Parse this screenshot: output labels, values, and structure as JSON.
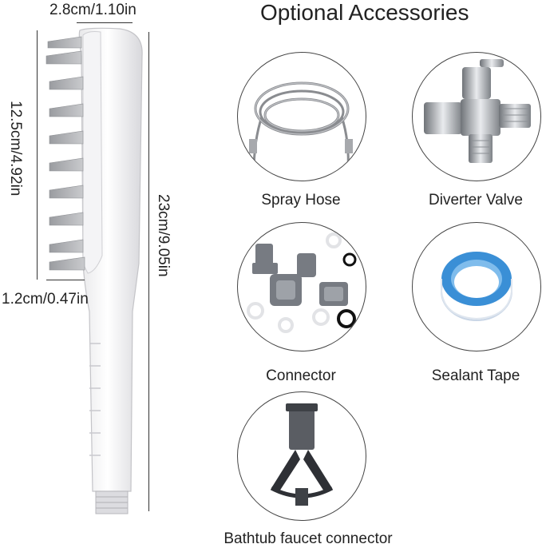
{
  "header": {
    "title": "Optional Accessories"
  },
  "dimensions": {
    "width_label": "2.8cm/1.10in",
    "brush_length_label": "12.5cm/4.92in",
    "total_length_label": "23cm/9.05in",
    "thickness_label": "1.2cm/0.47in"
  },
  "accessories": [
    {
      "label": "Spray Hose",
      "icon": "spray-hose-icon"
    },
    {
      "label": "Diverter Valve",
      "icon": "diverter-valve-icon"
    },
    {
      "label": "Connector",
      "icon": "connector-icon"
    },
    {
      "label": "Sealant Tape",
      "icon": "sealant-tape-icon"
    },
    {
      "label": "Bathtub faucet connector",
      "icon": "bathtub-faucet-connector-icon"
    }
  ]
}
